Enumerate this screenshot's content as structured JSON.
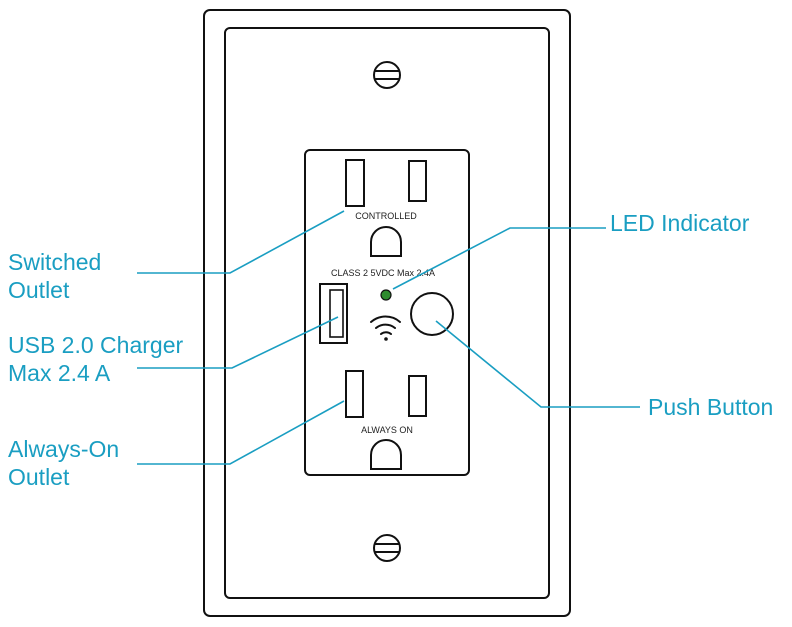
{
  "device": {
    "label_controlled": "CONTROLLED",
    "label_usb_spec": "CLASS 2  5VDC Max 2.4A",
    "label_always_on": "ALWAYS ON"
  },
  "callouts": {
    "switched_outlet": [
      "Switched",
      "Outlet"
    ],
    "usb_charger": [
      "USB 2.0 Charger",
      "Max 2.4 A"
    ],
    "always_on_outlet": [
      "Always-On",
      "Outlet"
    ],
    "led_indicator": "LED Indicator",
    "push_button": "Push Button"
  },
  "colors": {
    "callout": "#1a9ec2",
    "outline": "#111111",
    "led": "#2e8b2e"
  }
}
